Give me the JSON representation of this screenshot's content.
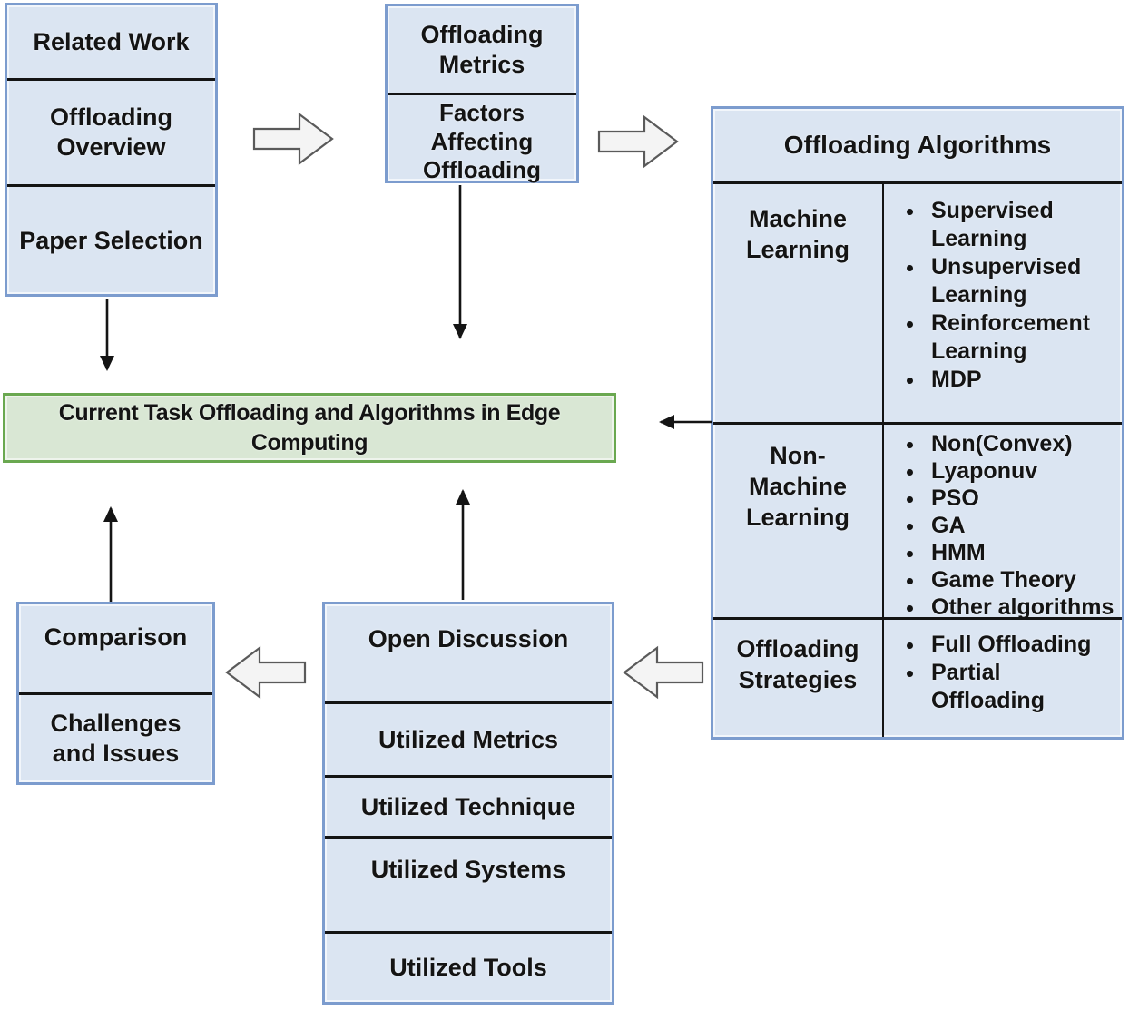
{
  "colors": {
    "box_fill": "#dbe5f2",
    "box_border": "#7c9cce",
    "green_fill": "#d9e7d4",
    "green_border": "#6aa850",
    "divider": "#141414",
    "ink": "#141414",
    "block_fill": "#f4f4f4",
    "block_stroke": "#5a5a5a"
  },
  "intro_box": {
    "sections": [
      "Related Work",
      "Offloading Overview",
      "Paper Selection"
    ]
  },
  "metrics_box": {
    "sections": [
      "Offloading Metrics",
      "Factors Affecting Offloading"
    ]
  },
  "algorithms_box": {
    "title": "Offloading Algorithms",
    "rows": [
      {
        "label": "Machine Learning",
        "items": [
          "Supervised Learning",
          "Unsupervised Learning",
          "Reinforcement Learning",
          "MDP"
        ]
      },
      {
        "label": "Non-Machine Learning",
        "items": [
          "Non(Convex)",
          "Lyaponuv",
          "PSO",
          "GA",
          "HMM",
          "Game Theory",
          "Other algorithms"
        ]
      },
      {
        "label": "Offloading Strategies",
        "items": [
          "Full Offloading",
          "Partial Offloading"
        ]
      }
    ]
  },
  "central_box": {
    "label": "Current Task Offloading and  Algorithms in Edge Computing"
  },
  "comparison_box": {
    "sections": [
      "Comparison",
      "Challenges and Issues"
    ]
  },
  "discussion_box": {
    "sections": [
      "Open Discussion",
      "Utilized Metrics",
      "Utilized Technique",
      "Utilized Systems",
      "Utilized Tools"
    ]
  }
}
